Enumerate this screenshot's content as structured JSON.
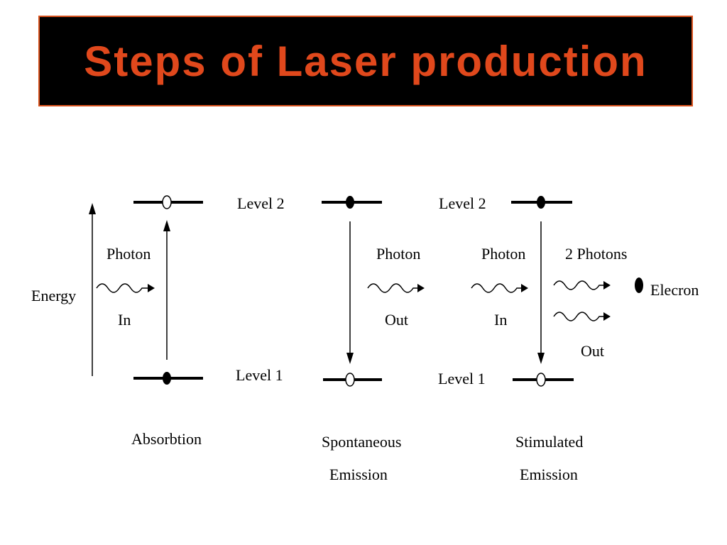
{
  "title": "Steps of Laser production",
  "labels": {
    "energy": "Energy",
    "level2_a": "Level 2",
    "level1_a": "Level 1",
    "level2_b": "Level 2",
    "level1_b": "Level 1",
    "absorption_photon": "Photon",
    "absorption_in": "In",
    "spont_photon": "Photon",
    "spont_out": "Out",
    "stim_photon": "Photon",
    "stim_in": "In",
    "stim_two_photons": "2 Photons",
    "stim_out": "Out",
    "legend_electron": "Elecron",
    "absorption": "Absorbtion",
    "spontaneous_1": "Spontaneous",
    "spontaneous_2": "Emission",
    "stimulated_1": "Stimulated",
    "stimulated_2": "Emission"
  },
  "colors": {
    "title_bg": "#000000",
    "title_text": "#e0481c",
    "title_border": "#d9531e"
  }
}
